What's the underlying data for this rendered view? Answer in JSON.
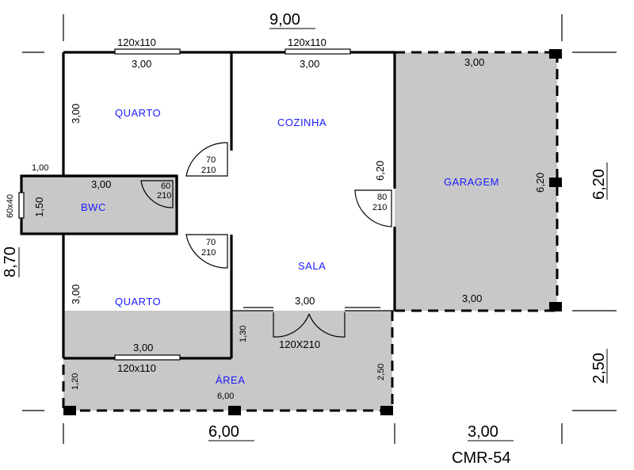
{
  "plan_code": "CMR-54",
  "rooms": {
    "quarto_top": "QUARTO",
    "quarto_bottom": "QUARTO",
    "cozinha": "COZINHA",
    "sala": "SALA",
    "garagem": "GARAGEM",
    "bwc": "BWC",
    "area": "ÁREA"
  },
  "dimensions": {
    "total_width": "9,00",
    "total_depth": "8,70",
    "right_top": "6,20",
    "right_bottom": "2,50",
    "bottom_left": "6,00",
    "bottom_right": "3,00",
    "quarto_top_width": "3,00",
    "cozinha_width": "3,00",
    "garagem_top": "3,00",
    "garagem_bottom": "3,00",
    "garagem_side": "6,20",
    "quarto_top_side": "3,00",
    "quarto_bottom_side": "3,00",
    "quarto_bottom_width": "3,00",
    "bwc_width": "3,00",
    "bwc_side": "1,50",
    "bwc_ext": "1,00",
    "cozinha_side": "6,20",
    "sala_width": "3,00",
    "area_width": "6,00",
    "area_left": "1,20",
    "area_right": "2,50",
    "area_top_side": "1,30"
  },
  "windows": {
    "quarto_top": "120x110",
    "cozinha": "120x110",
    "quarto_bottom": "120x110",
    "bwc": "60x40"
  },
  "doors": {
    "quarto_top_w": "70",
    "quarto_top_h": "210",
    "quarto_bottom_w": "70",
    "quarto_bottom_h": "210",
    "bwc_w": "60",
    "bwc_h": "210",
    "sala_cozinha_w": "80",
    "sala_cozinha_h": "210",
    "main": "120X210"
  }
}
